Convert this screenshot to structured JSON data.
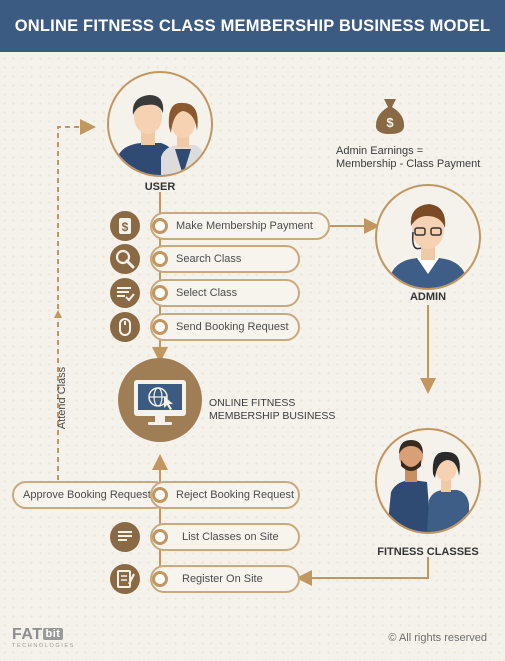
{
  "title": "ONLINE FITNESS CLASS MEMBERSHIP BUSINESS MODEL",
  "nodes": {
    "user": "USER",
    "admin": "ADMIN",
    "fitness_classes": "FITNESS CLASSES",
    "business_line1": "ONLINE FITNESS",
    "business_line2": "MEMBERSHIP BUSINESS"
  },
  "admin_earnings": {
    "line1": "Admin Earnings =",
    "line2": "Membership - Class Payment"
  },
  "steps_top": [
    {
      "label": "Make Membership Payment",
      "icon": "dollar-icon"
    },
    {
      "label": "Search Class",
      "icon": "magnifier-icon"
    },
    {
      "label": "Select Class",
      "icon": "list-check-icon"
    },
    {
      "label": "Send Booking Request",
      "icon": "mouse-icon"
    }
  ],
  "steps_bottom": {
    "approve": "Approve Booking Request",
    "reject": "Reject Booking Request",
    "list": {
      "label": "List Classes on Site",
      "icon": "lines-icon"
    },
    "register": {
      "label": "Register On Site",
      "icon": "form-icon"
    }
  },
  "attend_class": "Attend Class",
  "footer": {
    "brand_main": "FAT",
    "brand_bit": "bit",
    "brand_sub": "TECHNOLOGIES",
    "rights": "© All rights reserved"
  },
  "colors": {
    "header": "#3c5b82",
    "accent": "#c29660",
    "icon_bg": "#8a6a45",
    "pill_border": "#c9a97e"
  }
}
